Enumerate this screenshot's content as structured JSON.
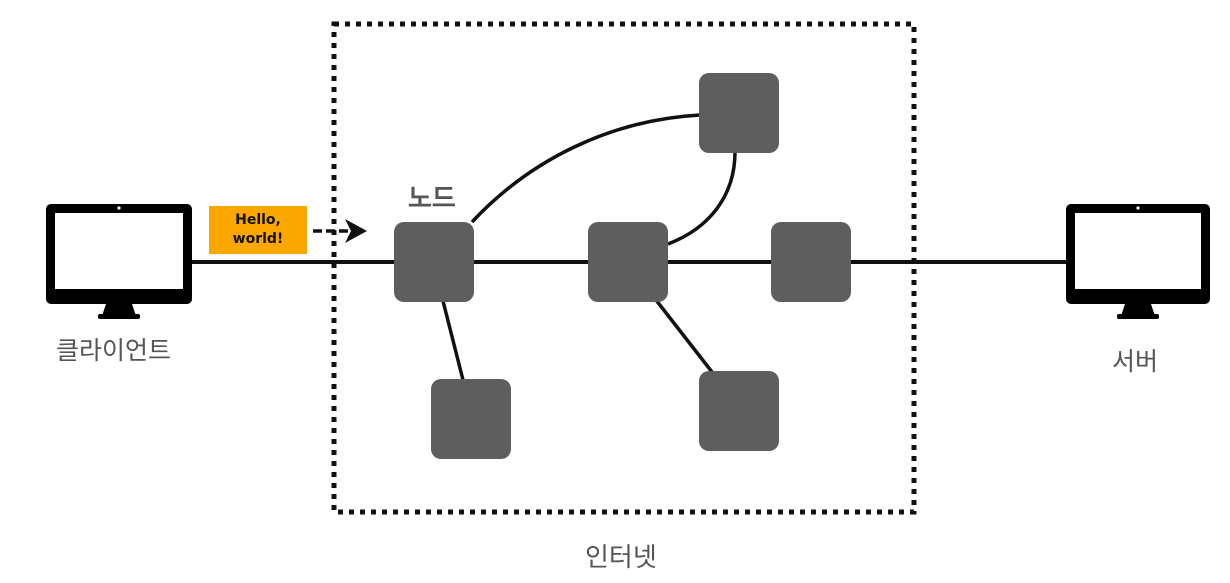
{
  "labels": {
    "client": "클라이언트",
    "server": "서버",
    "internet": "인터넷",
    "node": "노드"
  },
  "message": {
    "text": "Hello,\nworld!"
  },
  "colors": {
    "node_fill": "#5E5E5E",
    "message_fill": "#FBA700",
    "line": "#111111",
    "label_text": "#555555"
  },
  "icons": {
    "client": "monitor-icon",
    "server": "monitor-icon",
    "arrow": "arrow-right-icon"
  }
}
